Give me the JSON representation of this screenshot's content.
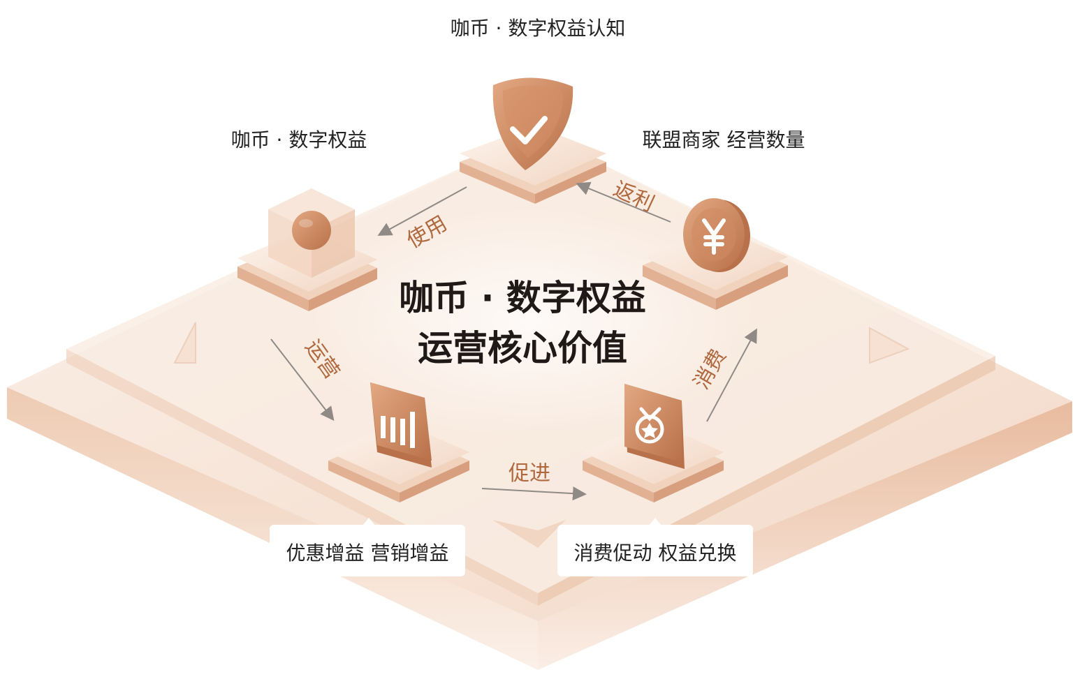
{
  "labels": {
    "top": "咖币 · 数字权益认知",
    "left": "咖币 · 数字权益",
    "right": "联盟商家 经营数量",
    "bottom_left": "优惠增益 营销增益",
    "bottom_right": "消费促动 权益兑换"
  },
  "center": {
    "line1": "咖币 · 数字权益",
    "line2": "运营核心价值"
  },
  "flows": {
    "use": "使用",
    "rebate": "返利",
    "operate": "运营",
    "consume": "消费",
    "promote": "促进"
  },
  "icons": {
    "shield": "shield-check-icon",
    "cube": "cube-sphere-icon",
    "coin": "yen-coin-icon",
    "chart": "bar-chart-icon",
    "badge": "medal-badge-icon"
  },
  "colors": {
    "accent": "#c9875f",
    "platform_light": "#f8e6d9",
    "platform_dark": "#d9a98a",
    "flow_text": "#b0693f"
  }
}
